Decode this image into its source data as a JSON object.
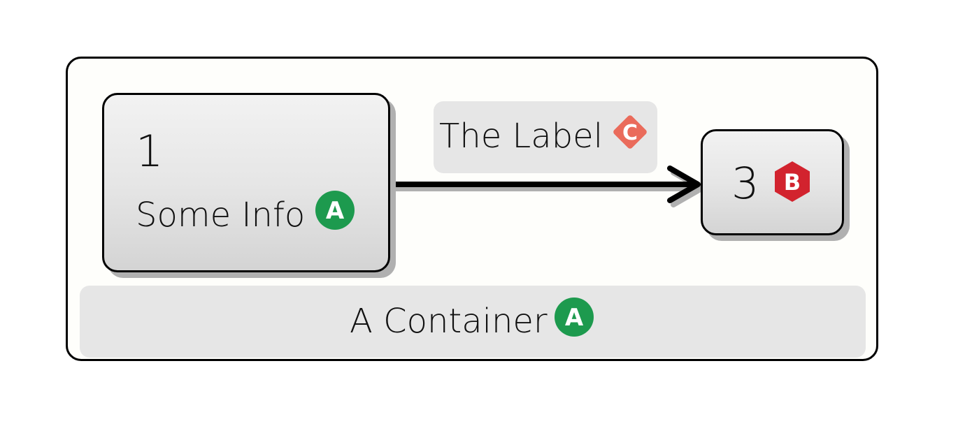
{
  "diagram": {
    "container": {
      "label": "A Container",
      "badge": "A",
      "badge_color": "#1d9a4e"
    },
    "node1": {
      "number": "1",
      "info": "Some Info",
      "badge": "A",
      "badge_color": "#1d9a4e"
    },
    "node3": {
      "number": "3",
      "badge": "B",
      "badge_color": "#d2232e"
    },
    "edge": {
      "label": "The Label",
      "badge": "C",
      "badge_color": "#ea6b5b"
    }
  }
}
